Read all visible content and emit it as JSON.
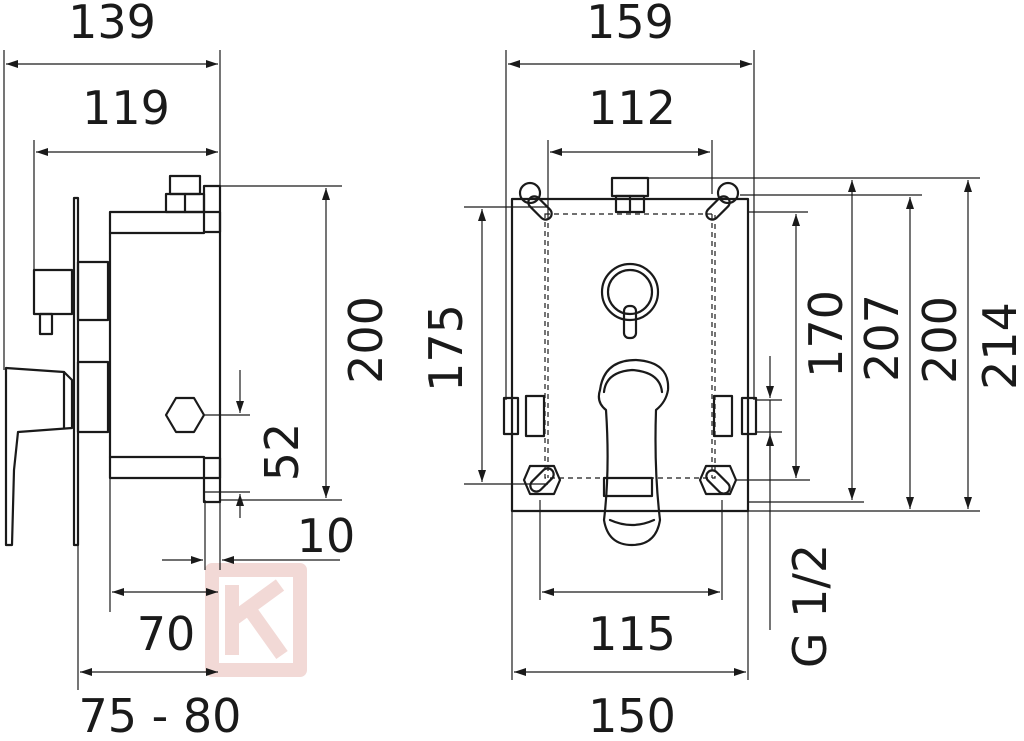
{
  "dimensions": {
    "side_view": {
      "overall_depth": "139",
      "inner_depth": "119",
      "height": "200",
      "outlet_offset": "52",
      "plaster_offset": "10",
      "body_depth": "70",
      "install_depth": "75 - 80"
    },
    "front_view": {
      "overall_width": "159",
      "top_width": "112",
      "left_height": "175",
      "height_170": "170",
      "height_207": "207",
      "height_200": "200",
      "height_214": "214",
      "bottom_inner_width": "115",
      "bottom_width": "150",
      "thread": "G 1/2"
    }
  },
  "watermark": {
    "letter": "K"
  },
  "colors": {
    "line": "#1a1a1a",
    "watermark": "#f2d9d6",
    "background": "#ffffff"
  }
}
